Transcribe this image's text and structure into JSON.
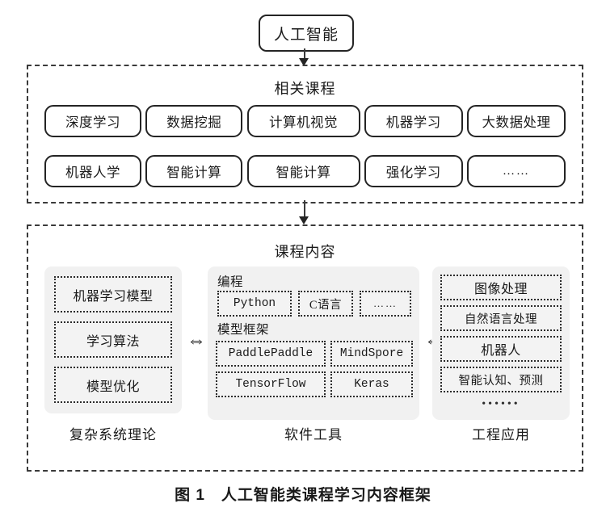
{
  "figure": {
    "root_node": "人工智能",
    "caption": "图 1　人工智能类课程学习内容框架"
  },
  "related_courses": {
    "title": "相关课程",
    "row1": [
      "深度学习",
      "数据挖掘",
      "计算机视觉",
      "机器学习",
      "大数据处理"
    ],
    "row2": [
      "机器人学",
      "智能计算",
      "智能计算",
      "强化学习",
      "……"
    ]
  },
  "course_content": {
    "title": "课程内容",
    "connector_left": "⇔",
    "connector_right": "⇔",
    "columns": [
      {
        "label": "复杂系统理论",
        "items": [
          "机器学习模型",
          "学习算法",
          "模型优化"
        ]
      },
      {
        "label": "软件工具",
        "sections": [
          {
            "title": "编程",
            "items": [
              "Python",
              "C语言",
              "……"
            ]
          },
          {
            "title": "模型框架",
            "items": [
              "PaddlePaddle",
              "MindSpore",
              "TensorFlow",
              "Keras"
            ]
          }
        ]
      },
      {
        "label": "工程应用",
        "items": [
          "图像处理",
          "自然语言处理",
          "机器人",
          "智能认知、预测"
        ],
        "trailing_ellipsis": "••••••"
      }
    ]
  },
  "colors": {
    "line": "#242424",
    "panel_fill": "#f1f1f1",
    "box_fill": "#f3f3f3",
    "background": "#ffffff"
  }
}
